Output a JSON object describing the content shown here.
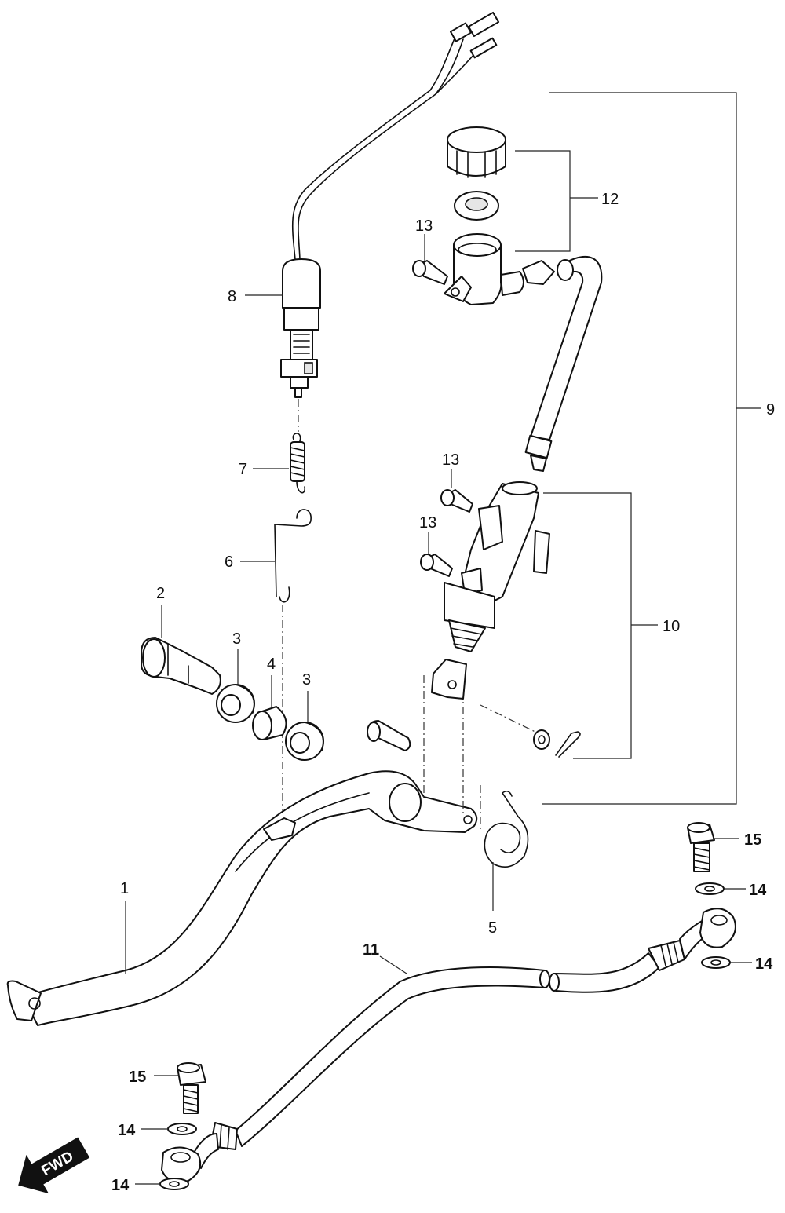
{
  "callouts": {
    "c1": "1",
    "c2": "2",
    "c3a": "3",
    "c3b": "3",
    "c4": "4",
    "c5": "5",
    "c6": "6",
    "c7": "7",
    "c8": "8",
    "c9": "9",
    "c10": "10",
    "c11": "11",
    "c12": "12",
    "c13a": "13",
    "c13b": "13",
    "c13c": "13",
    "c14a": "14",
    "c14b": "14",
    "c14c": "14",
    "c14d": "14",
    "c15a": "15",
    "c15b": "15"
  },
  "fwd": {
    "label": "FWD"
  },
  "colors": {
    "line": "#111111",
    "background": "#ffffff"
  }
}
